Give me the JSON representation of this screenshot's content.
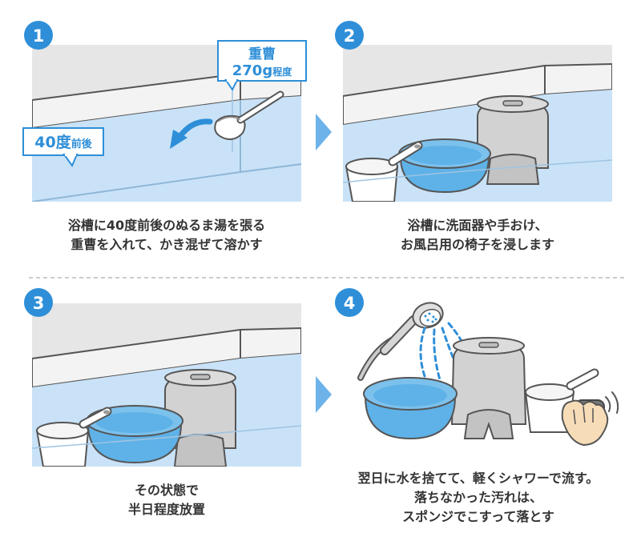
{
  "steps": [
    {
      "number": "1",
      "caption": [
        "浴槽に40度前後のぬるま湯を張る",
        "重曹を入れて、かき混ぜて溶かす"
      ]
    },
    {
      "number": "2",
      "caption": [
        "浴槽に洗面器や手おけ、",
        "お風呂用の椅子を浸します"
      ]
    },
    {
      "number": "3",
      "caption": [
        "その状態で",
        "半日程度放置"
      ]
    },
    {
      "number": "4",
      "caption": [
        "翌日に水を捨てて、軽くシャワーで流す。",
        "落ちなかった汚れは、",
        "スポンジでこすって落とす"
      ]
    }
  ],
  "callouts": {
    "temp_main": "40度",
    "temp_sub": "前後",
    "soda_line1": "重曹",
    "soda_amount": "270g",
    "soda_sub": "程度"
  },
  "colors": {
    "badge": "#2e8fd8",
    "arrow": "#6db3ea",
    "water": "#c9e2f7",
    "tub_rim": "#eeeeee",
    "wall": "#e6e6e6",
    "basin": "#5eb2e8",
    "stool": "#d2d2d2",
    "divider": "#bbbbbb"
  }
}
